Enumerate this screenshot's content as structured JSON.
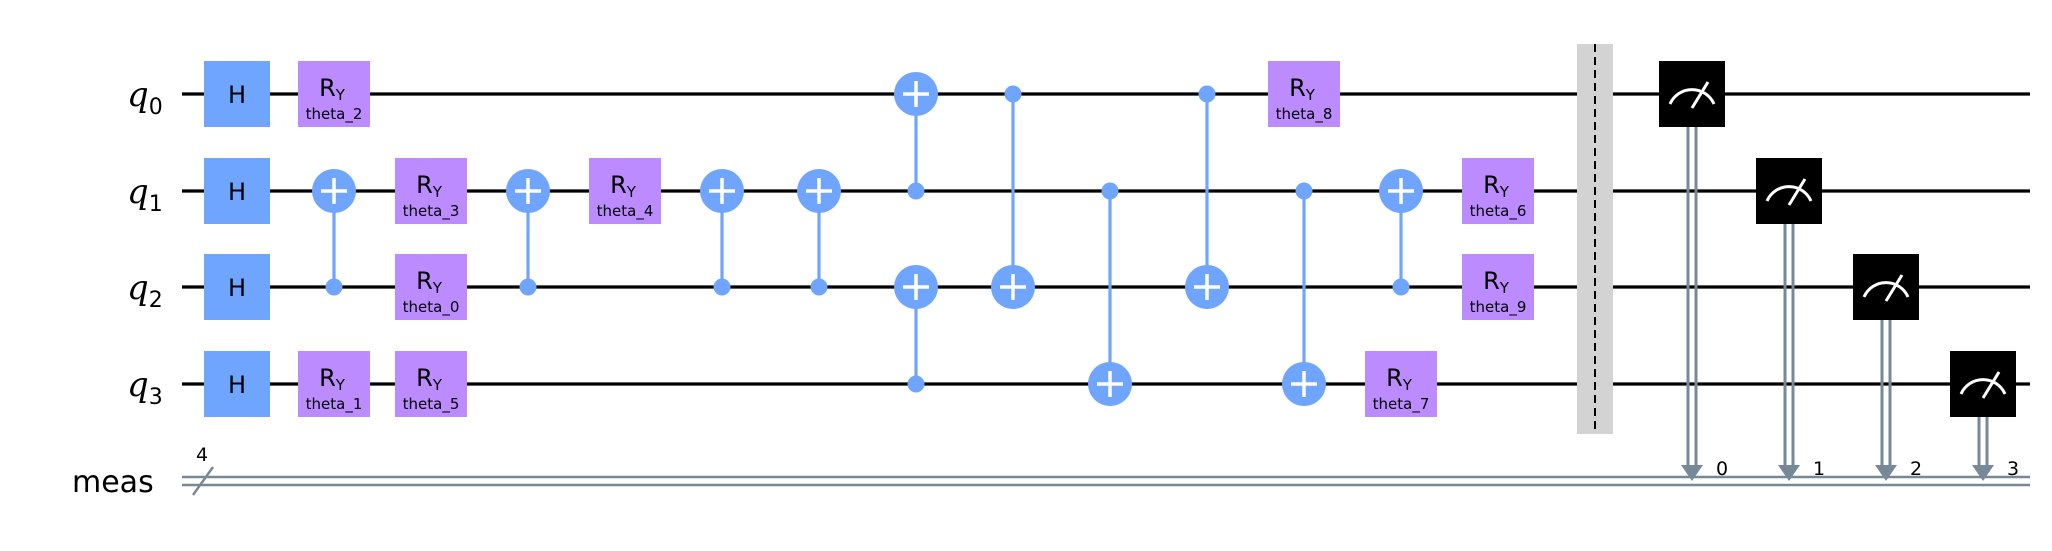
{
  "circuit": {
    "qubits": [
      {
        "base": "q",
        "index": "0"
      },
      {
        "base": "q",
        "index": "1"
      },
      {
        "base": "q",
        "index": "2"
      },
      {
        "base": "q",
        "index": "3"
      }
    ],
    "classical_register": {
      "label": "meas",
      "size": "4"
    },
    "colors": {
      "h_gate": "#6fa4ff",
      "ry_gate": "#bb8bff",
      "control": "#6fa4ff",
      "barrier": "#d3d3d3",
      "measure": "#000000",
      "classical_wire": "#778899"
    },
    "h_gates": [
      {
        "label": "H",
        "qubit": 0,
        "col": 0
      },
      {
        "label": "H",
        "qubit": 1,
        "col": 0
      },
      {
        "label": "H",
        "qubit": 2,
        "col": 0
      },
      {
        "label": "H",
        "qubit": 3,
        "col": 0
      }
    ],
    "ry_gates": [
      {
        "label": "R",
        "sub": "Y",
        "param": "theta_2",
        "qubit": 0,
        "col": 1
      },
      {
        "label": "R",
        "sub": "Y",
        "param": "theta_1",
        "qubit": 3,
        "col": 1
      },
      {
        "label": "R",
        "sub": "Y",
        "param": "theta_3",
        "qubit": 1,
        "col": 3
      },
      {
        "label": "R",
        "sub": "Y",
        "param": "theta_0",
        "qubit": 2,
        "col": 3
      },
      {
        "label": "R",
        "sub": "Y",
        "param": "theta_5",
        "qubit": 3,
        "col": 3
      },
      {
        "label": "R",
        "sub": "Y",
        "param": "theta_4",
        "qubit": 1,
        "col": 5
      },
      {
        "label": "R",
        "sub": "Y",
        "param": "theta_8",
        "qubit": 0,
        "col": 12
      },
      {
        "label": "R",
        "sub": "Y",
        "param": "theta_7",
        "qubit": 3,
        "col": 13
      },
      {
        "label": "R",
        "sub": "Y",
        "param": "theta_6",
        "qubit": 1,
        "col": 14
      },
      {
        "label": "R",
        "sub": "Y",
        "param": "theta_9",
        "qubit": 2,
        "col": 14
      }
    ],
    "cnots": [
      {
        "control": 2,
        "target": 1,
        "col": 2
      },
      {
        "control": 2,
        "target": 1,
        "col": 4
      },
      {
        "control": 2,
        "target": 1,
        "col": 6
      },
      {
        "control": 2,
        "target": 1,
        "col": 7
      },
      {
        "control": 1,
        "target": 0,
        "col": 8
      },
      {
        "control": 3,
        "target": 2,
        "col": 8
      },
      {
        "control": 0,
        "target": 2,
        "col": 9
      },
      {
        "control": 1,
        "target": 3,
        "col": 10
      },
      {
        "control": 0,
        "target": 2,
        "col": 11
      },
      {
        "control": 1,
        "target": 3,
        "col": 12
      },
      {
        "control": 2,
        "target": 1,
        "col": 13
      }
    ],
    "barrier": {
      "col": 15
    },
    "measurements": [
      {
        "qubit": 0,
        "cbit": "0",
        "col": 16
      },
      {
        "qubit": 1,
        "cbit": "1",
        "col": 17
      },
      {
        "qubit": 2,
        "cbit": "2",
        "col": 18
      },
      {
        "qubit": 3,
        "cbit": "3",
        "col": 19
      }
    ]
  }
}
